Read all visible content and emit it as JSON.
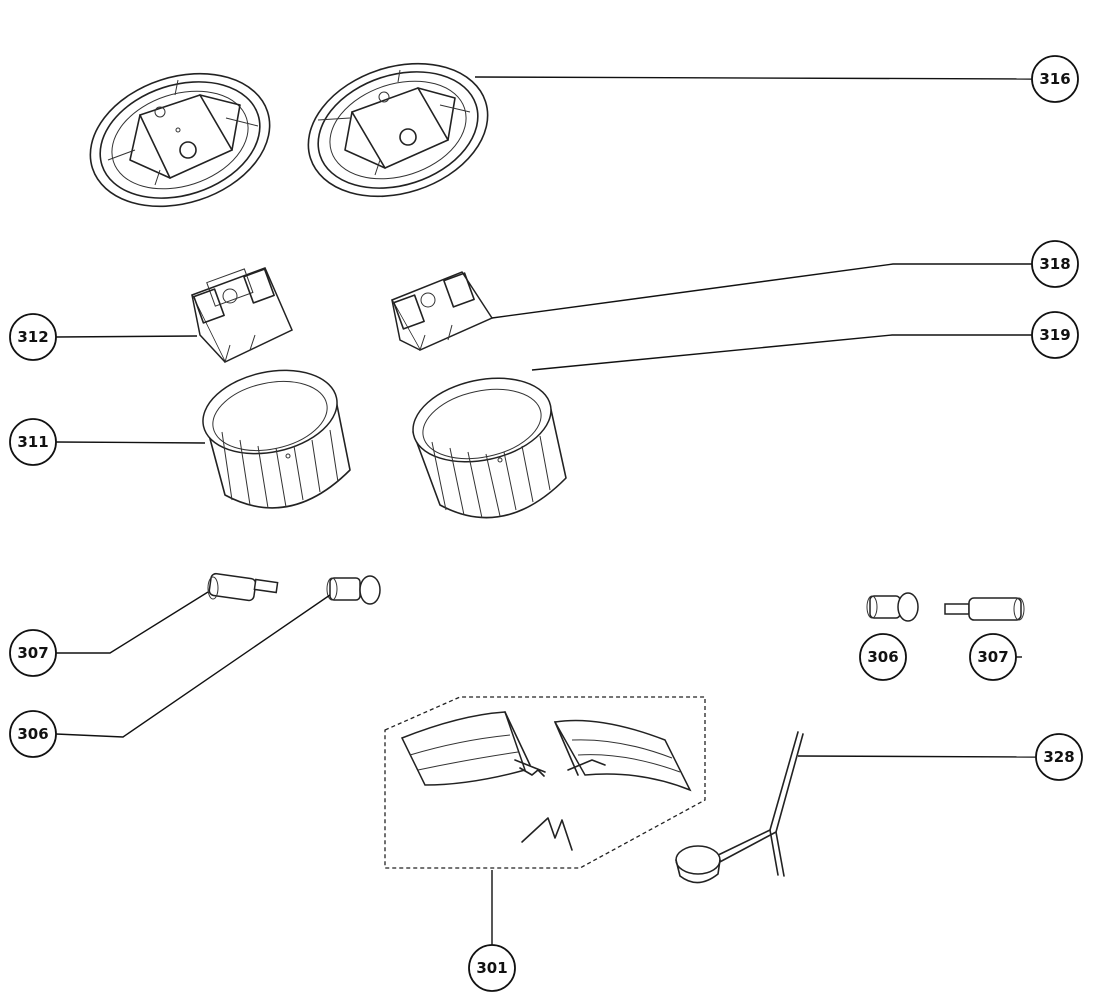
{
  "callouts": {
    "c316": "316",
    "c318": "318",
    "c312": "312",
    "c319": "319",
    "c311": "311",
    "c307a": "307",
    "c306a": "306",
    "c306b": "306",
    "c307b": "307",
    "c328": "328",
    "c301": "301"
  }
}
